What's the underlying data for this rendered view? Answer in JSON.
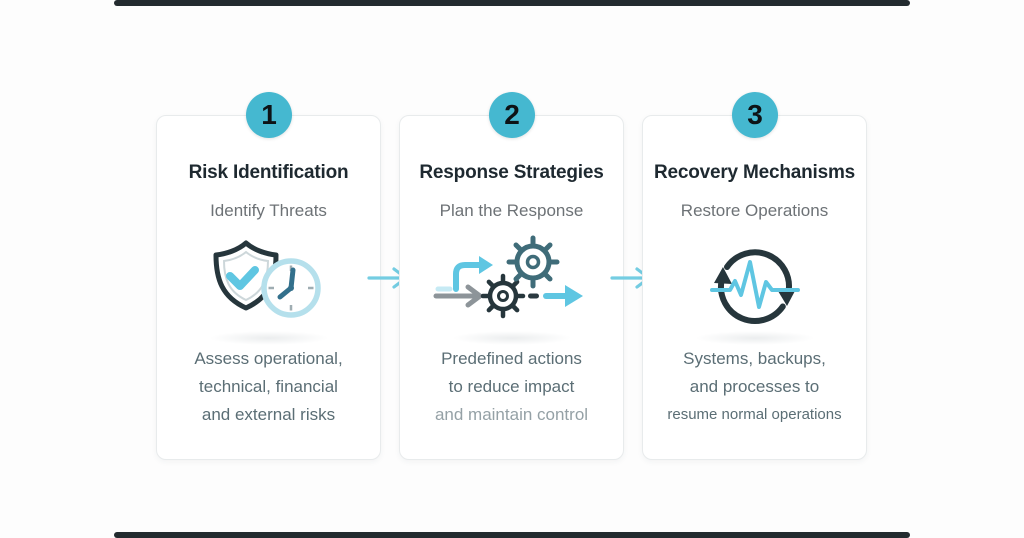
{
  "infographic": {
    "kind": "three-step-process",
    "steps": [
      {
        "number": "1",
        "title": "Risk Identification",
        "subtitle": "Identify Threats",
        "icon": "shield-check-clock-icon",
        "description_lines": [
          "Assess operational,",
          "technical, financial",
          "and external risks"
        ]
      },
      {
        "number": "2",
        "title": "Response Strategies",
        "subtitle": "Plan the Response",
        "icon": "gears-arrows-icon",
        "description_lines": [
          "Predefined actions",
          "to reduce impact",
          "and maintain control"
        ]
      },
      {
        "number": "3",
        "title": "Recovery Mechanisms",
        "subtitle": "Restore Operations",
        "icon": "cycle-pulse-icon",
        "description_lines": [
          "Systems, backups,",
          "and processes to",
          "resume normal operations"
        ]
      }
    ],
    "connectors": [
      {
        "icon": "arrow-right-icon"
      },
      {
        "icon": "arrow-right-icon"
      }
    ]
  },
  "colors": {
    "accent_circle": "#45b8d0",
    "connector_arrow": "#74cde2",
    "icon_dark": "#26363c",
    "icon_light_blue": "#5fc6e2",
    "icon_teal": "#3f6c79",
    "icon_gray": "#8d9499",
    "clock_ring": "#b5e0ec",
    "title_text": "#1e2930",
    "subtitle_text": "#6d7276",
    "body_text": "#5b6e75",
    "body_muted_text": "#95a1a6",
    "card_border": "#e8ebec",
    "card_background": "#ffffff",
    "page_background": "#fdfdfd",
    "edge_bar": "#232b2f"
  }
}
